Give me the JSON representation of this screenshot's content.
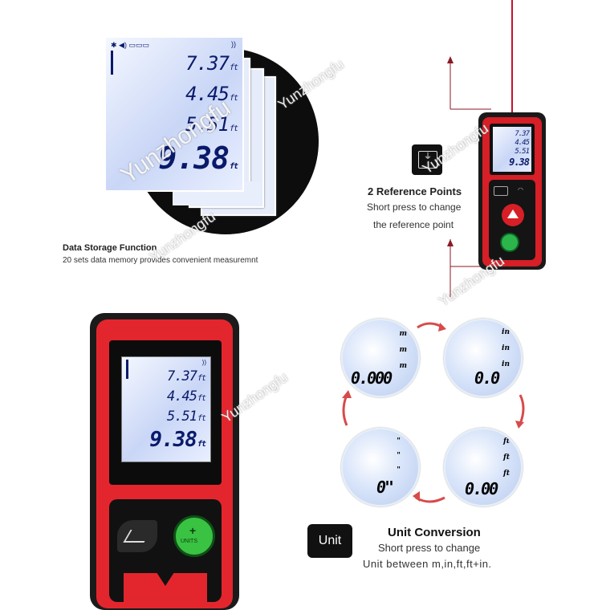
{
  "memory_panel": {
    "readings": [
      "7.37",
      "4.45",
      "5.51",
      "9.38"
    ],
    "unit": "ft",
    "caption_title": "Data Storage Function",
    "caption_body": "20 sets data memory provides convenient measuremnt"
  },
  "reference_panel": {
    "title": "2 Reference Points",
    "body_line1": "Short press to change",
    "body_line2": "the reference point",
    "screen_readings": [
      "7.37",
      "4.45",
      "5.51",
      "9.38"
    ]
  },
  "device_panel": {
    "readings": [
      "7.37",
      "4.45",
      "5.51",
      "9.38"
    ],
    "unit": "ft",
    "units_button_label": "UNITS"
  },
  "unit_conversion": {
    "key_label": "Unit",
    "title": "Unit Conversion",
    "body_line1": "Short press to change",
    "body_line2": "Unit between m,in,ft,ft+in.",
    "displays": {
      "meters": {
        "unit": "m",
        "value": "0.000"
      },
      "inches": {
        "unit": "in",
        "value": "0.0"
      },
      "feet": {
        "unit": "ft",
        "value": "0.00"
      },
      "feet_inches": {
        "unit": "\"",
        "value": "0\""
      }
    }
  },
  "colors": {
    "device_red": "#e3262d",
    "laser_red": "#c4122a",
    "arrow_red": "#d84a4a",
    "lcd_text": "#0a1a6a"
  },
  "watermark": "Yunzhongfu"
}
